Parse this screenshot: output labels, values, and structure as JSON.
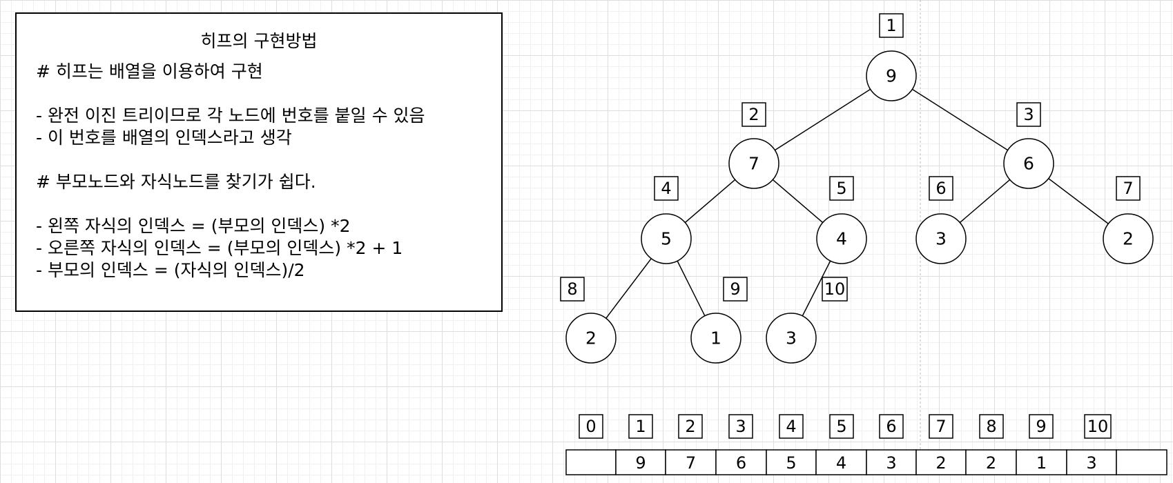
{
  "textbox": {
    "title": "히프의 구현방법",
    "lines": [
      "# 히프는 배열을 이용하여 구현",
      "",
      "- 완전 이진 트리이므로 각 노드에 번호를 붙일 수 있음",
      "- 이 번호를 배열의 인덱스라고 생각",
      "",
      "# 부모노드와 자식노드를 찾기가 쉽다.",
      "",
      "- 왼쪽 자식의 인덱스 = (부모의 인덱스) *2",
      "- 오른쪽 자식의 인덱스 = (부모의 인덱스) *2 + 1",
      "- 부모의 인덱스 = (자식의 인덱스)/2"
    ]
  },
  "tree": {
    "nodes": [
      {
        "index": 1,
        "value": "9"
      },
      {
        "index": 2,
        "value": "7"
      },
      {
        "index": 3,
        "value": "6"
      },
      {
        "index": 4,
        "value": "5"
      },
      {
        "index": 5,
        "value": "4"
      },
      {
        "index": 6,
        "value": "3"
      },
      {
        "index": 7,
        "value": "2"
      },
      {
        "index": 8,
        "value": "2"
      },
      {
        "index": 9,
        "value": "1"
      },
      {
        "index": 10,
        "value": "3"
      }
    ],
    "edges": [
      [
        1,
        2
      ],
      [
        1,
        3
      ],
      [
        2,
        4
      ],
      [
        2,
        5
      ],
      [
        3,
        6
      ],
      [
        3,
        7
      ],
      [
        4,
        8
      ],
      [
        4,
        9
      ],
      [
        5,
        10
      ]
    ]
  },
  "array": {
    "index_labels": [
      "0",
      "1",
      "2",
      "3",
      "4",
      "5",
      "6",
      "7",
      "8",
      "9",
      "10"
    ],
    "cells": [
      "",
      "9",
      "7",
      "6",
      "5",
      "4",
      "3",
      "2",
      "2",
      "1",
      "3",
      ""
    ]
  }
}
